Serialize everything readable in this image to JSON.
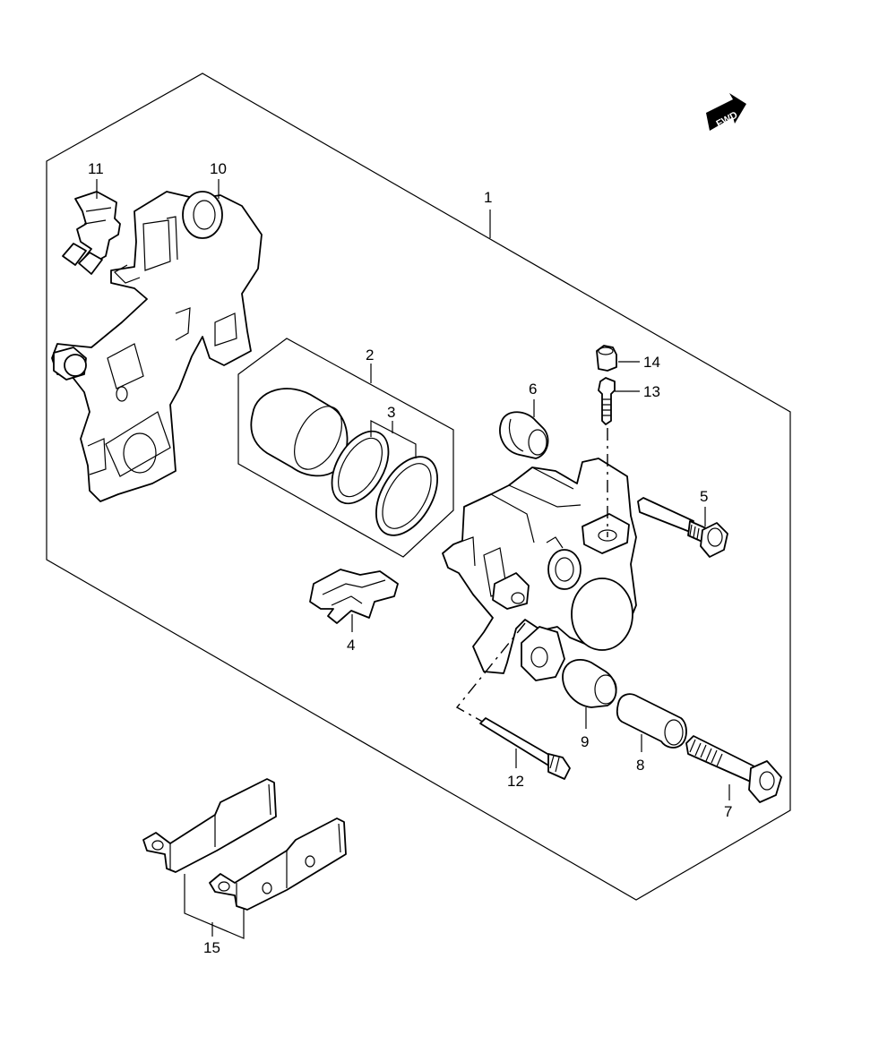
{
  "diagram": {
    "fwd_label": "FWD",
    "callouts": [
      {
        "id": "1",
        "text": "1"
      },
      {
        "id": "2",
        "text": "2"
      },
      {
        "id": "3",
        "text": "3"
      },
      {
        "id": "4",
        "text": "4"
      },
      {
        "id": "5",
        "text": "5"
      },
      {
        "id": "6",
        "text": "6"
      },
      {
        "id": "7",
        "text": "7"
      },
      {
        "id": "8",
        "text": "8"
      },
      {
        "id": "9",
        "text": "9"
      },
      {
        "id": "10",
        "text": "10"
      },
      {
        "id": "11",
        "text": "11"
      },
      {
        "id": "12",
        "text": "12"
      },
      {
        "id": "13",
        "text": "13"
      },
      {
        "id": "14",
        "text": "14"
      },
      {
        "id": "15",
        "text": "15"
      }
    ]
  }
}
